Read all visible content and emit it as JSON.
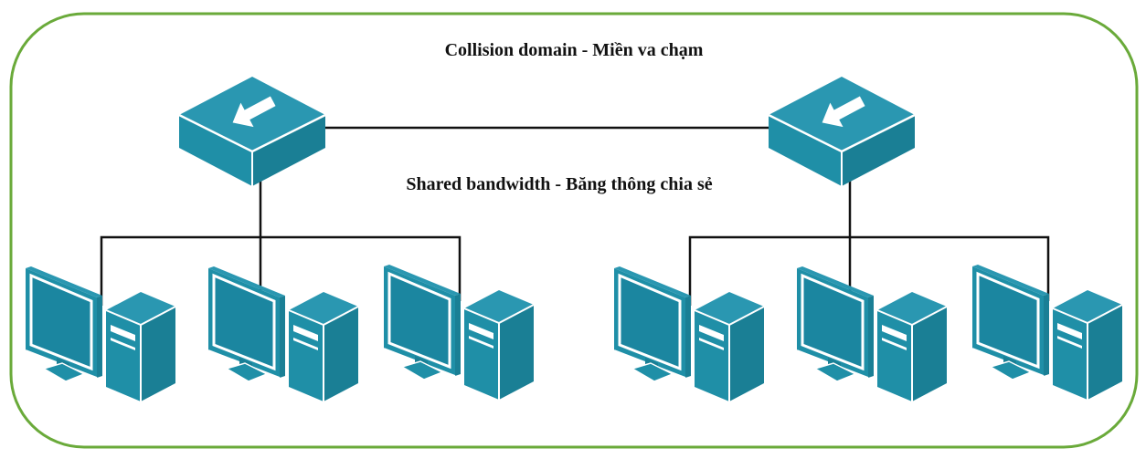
{
  "diagram": {
    "title": "Collision domain - Miền va chạm",
    "subtitle": "Shared bandwidth - Băng thông chia sẻ",
    "colors": {
      "border": "#6aaa3a",
      "device_front": "#1f8fa7",
      "device_top": "#2a97b1",
      "device_side": "#1a7f95",
      "screen": "#1b86a0",
      "wire": "#111111",
      "arrow": "#ffffff"
    },
    "nodes": [
      {
        "id": "switch-left",
        "kind": "switch",
        "icon": "switch-icon"
      },
      {
        "id": "switch-right",
        "kind": "switch",
        "icon": "switch-icon"
      },
      {
        "id": "pc-1",
        "kind": "computer",
        "icon": "computer-icon"
      },
      {
        "id": "pc-2",
        "kind": "computer",
        "icon": "computer-icon"
      },
      {
        "id": "pc-3",
        "kind": "computer",
        "icon": "computer-icon"
      },
      {
        "id": "pc-4",
        "kind": "computer",
        "icon": "computer-icon"
      },
      {
        "id": "pc-5",
        "kind": "computer",
        "icon": "computer-icon"
      },
      {
        "id": "pc-6",
        "kind": "computer",
        "icon": "computer-icon"
      }
    ],
    "links": [
      [
        "switch-left",
        "switch-right"
      ],
      [
        "switch-left",
        "pc-1"
      ],
      [
        "switch-left",
        "pc-2"
      ],
      [
        "switch-left",
        "pc-3"
      ],
      [
        "switch-right",
        "pc-4"
      ],
      [
        "switch-right",
        "pc-5"
      ],
      [
        "switch-right",
        "pc-6"
      ]
    ]
  }
}
